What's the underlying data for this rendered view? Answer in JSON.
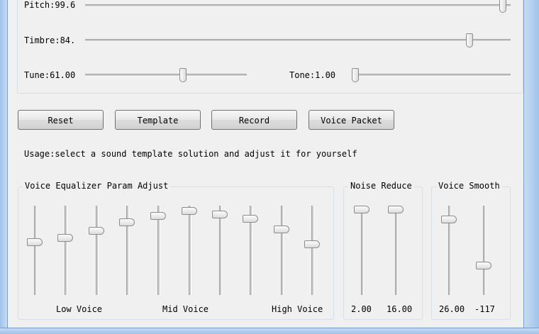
{
  "sliders": {
    "pitch": {
      "label": "Pitch:99.6",
      "value_fraction": 0.99
    },
    "timbre": {
      "label": "Timbre:84.",
      "value_fraction": 0.91
    },
    "tune": {
      "label": "Tune:61.00",
      "value_fraction": 0.61
    },
    "tone": {
      "label": "Tone:1.00",
      "value_fraction": 0.0
    }
  },
  "buttons": {
    "reset": "Reset",
    "template": "Template",
    "record": "Record",
    "voice_packet": "Voice Packet"
  },
  "usage_text": "Usage:select a sound template solution and adjust it for yourself",
  "equalizer": {
    "title": "Voice Equalizer Param Adjust",
    "label_low": "Low Voice",
    "label_mid": "Mid Voice",
    "label_high": "High Voice",
    "band_levels": [
      0.6,
      0.65,
      0.74,
      0.84,
      0.92,
      0.98,
      0.94,
      0.89,
      0.76,
      0.57
    ]
  },
  "noise_reduce": {
    "title": "Noise Reduce",
    "values": [
      "2.00",
      "16.00"
    ],
    "levels": [
      1.0,
      1.0
    ]
  },
  "voice_smooth": {
    "title": "Voice Smooth",
    "values": [
      "26.00",
      "-117"
    ],
    "levels": [
      0.88,
      0.31
    ]
  }
}
